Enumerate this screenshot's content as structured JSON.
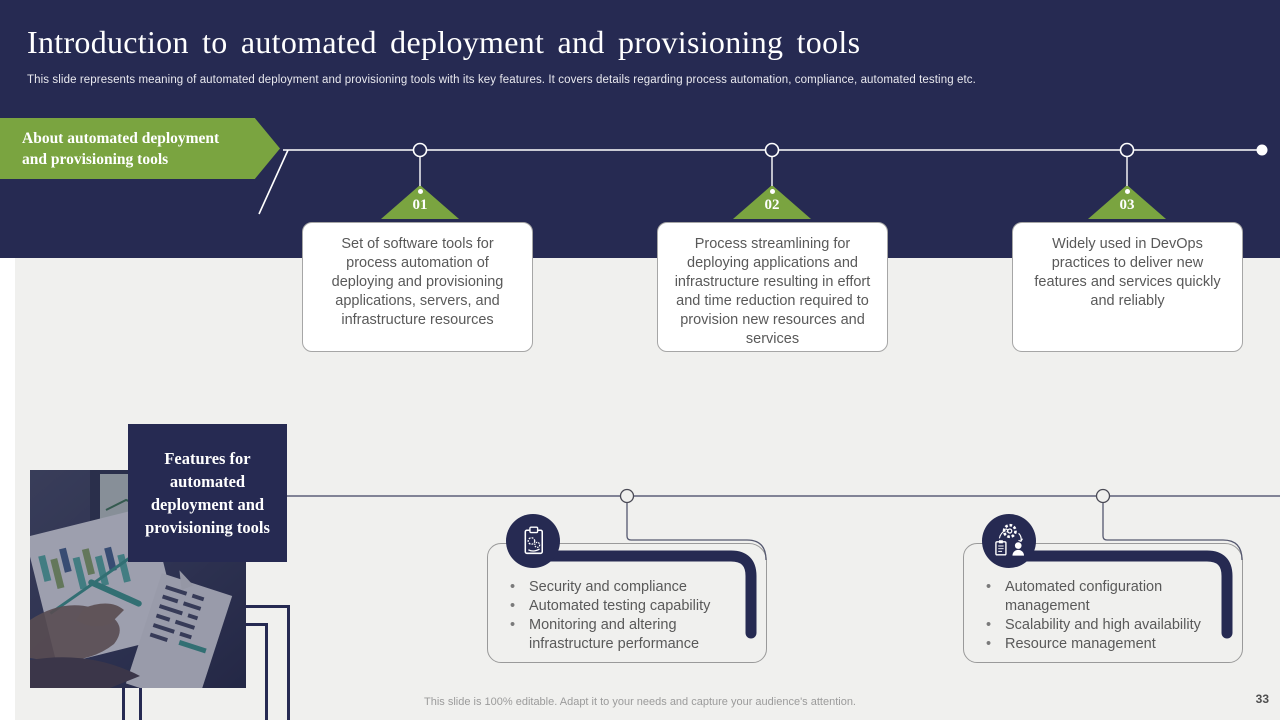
{
  "slide": {
    "title": "Introduction to automated deployment and provisioning tools",
    "subtitle": "This slide represents meaning of automated deployment and provisioning tools with its key features. It covers details regarding process automation, compliance, automated testing etc.",
    "footer_note": "This slide is 100% editable. Adapt it to your needs and capture your audience's attention.",
    "page_number": "33"
  },
  "about_section": {
    "label": "About automated deployment and provisioning tools",
    "items": [
      {
        "number": "01",
        "text": "Set of software tools for process automation of deploying and provisioning applications, servers, and infrastructure resources"
      },
      {
        "number": "02",
        "text": "Process streamlining for deploying applications and infrastructure resulting in effort and time reduction required to provision new resources and services"
      },
      {
        "number": "03",
        "text": "Widely used in DevOps practices to deliver new features and services quickly and reliably"
      }
    ]
  },
  "features_section": {
    "label": "Features for automated deployment and provisioning tools",
    "groups": [
      {
        "icon": "clipboard-gear-icon",
        "bullets": [
          "Security and compliance",
          "Automated testing capability",
          "Monitoring and altering infrastructure performance"
        ]
      },
      {
        "icon": "configuration-cycle-icon",
        "bullets": [
          "Automated configuration management",
          "Scalability and high availability",
          "Resource management"
        ]
      }
    ]
  },
  "colors": {
    "navy": "#262a52",
    "green": "#7aa440",
    "panel_bg": "#f0f0ee",
    "body_text": "#595959",
    "timeline_white": "#ffffff"
  }
}
